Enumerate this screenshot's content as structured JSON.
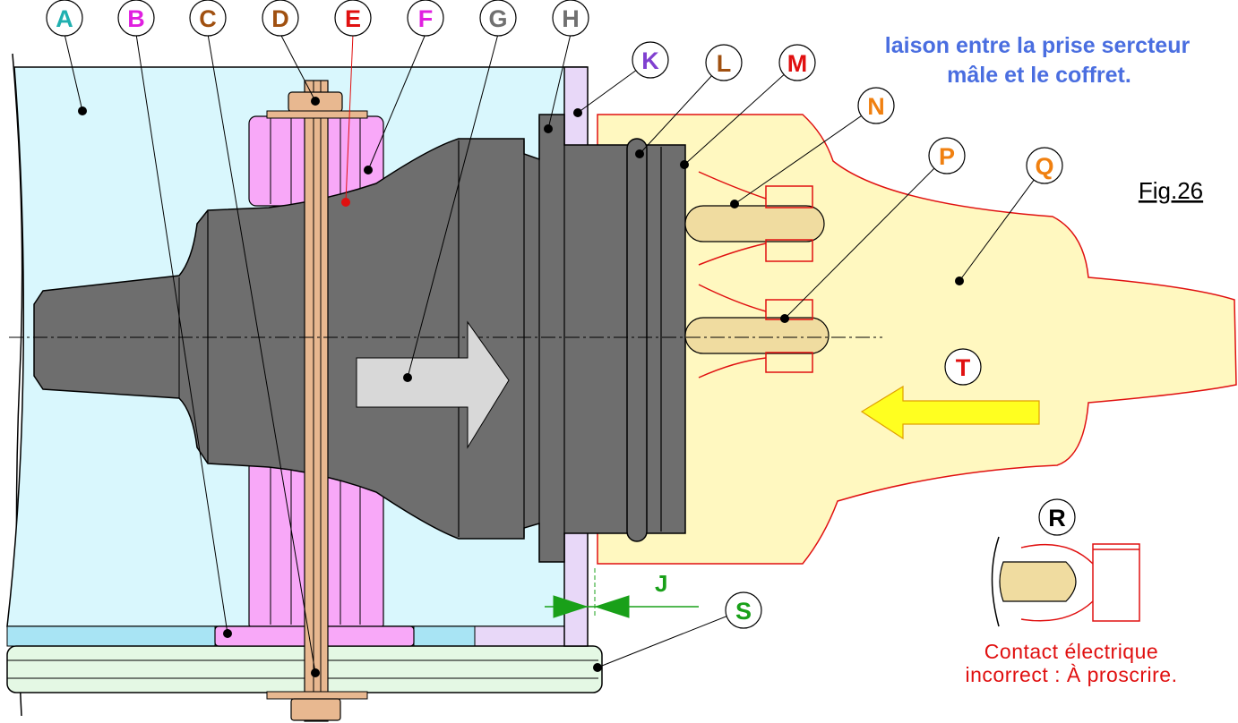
{
  "title": {
    "line1": "laison entre la prise sercteur",
    "line2": "mâle et le coffret."
  },
  "figure_label": "Fig.26",
  "warning": {
    "line1": "Contact électrique",
    "line2": "incorrect : À proscrire."
  },
  "gap_label": "J",
  "colors": {
    "title": "#4a6ee0",
    "warning": "#e01010",
    "enclosure": "#d9f7fd",
    "plug": "#fff8c0",
    "body": "#6e6e6e",
    "pink": "#f8a8f8",
    "nut": "#e8b890",
    "green": "#19a019"
  },
  "callouts": [
    {
      "id": "A",
      "letter": "A",
      "color": "#20b0b0"
    },
    {
      "id": "B",
      "letter": "B",
      "color": "#e020e0"
    },
    {
      "id": "C",
      "letter": "C",
      "color": "#a05010"
    },
    {
      "id": "D",
      "letter": "D",
      "color": "#a05010"
    },
    {
      "id": "E",
      "letter": "E",
      "color": "#e01010"
    },
    {
      "id": "F",
      "letter": "F",
      "color": "#e020e0"
    },
    {
      "id": "G",
      "letter": "G",
      "color": "#707070"
    },
    {
      "id": "H",
      "letter": "H",
      "color": "#707070"
    },
    {
      "id": "K",
      "letter": "K",
      "color": "#8040d0"
    },
    {
      "id": "L",
      "letter": "L",
      "color": "#a05010"
    },
    {
      "id": "M",
      "letter": "M",
      "color": "#e01010"
    },
    {
      "id": "N",
      "letter": "N",
      "color": "#f08010"
    },
    {
      "id": "P",
      "letter": "P",
      "color": "#f08010"
    },
    {
      "id": "Q",
      "letter": "Q",
      "color": "#f08010"
    },
    {
      "id": "T",
      "letter": "T",
      "color": "#e01010"
    },
    {
      "id": "S",
      "letter": "S",
      "color": "#19a019"
    },
    {
      "id": "R",
      "letter": "R",
      "color": "#000000"
    }
  ]
}
